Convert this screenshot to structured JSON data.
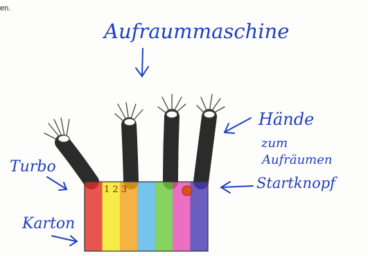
{
  "corner_text": "en.",
  "labels": {
    "title": "Aufraummaschine",
    "haende": "Hände",
    "zum": "zum",
    "aufraeumen": "Aufräumen",
    "startknopf": "Startknopf",
    "turbo": "Turbo",
    "karton": "Karton",
    "box_numbers": "1 2 3"
  },
  "colors": {
    "ink": "#1f3fbf",
    "arm": "#2b2b2b",
    "stripes": [
      "#e0302a",
      "#f5e61e",
      "#f3a21c",
      "#55b7e6",
      "#6cc93c",
      "#e84fb3",
      "#4b3bb3"
    ]
  }
}
